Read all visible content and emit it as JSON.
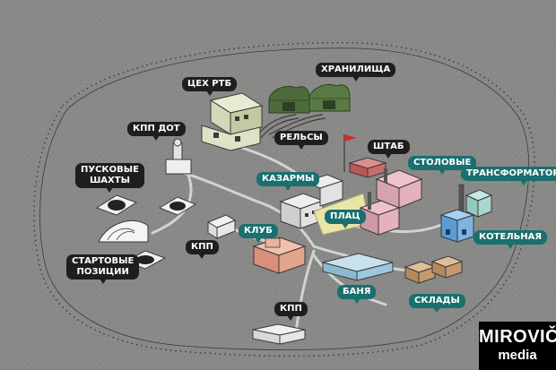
{
  "labels": {
    "ceh_rtb": "ЦЕХ РТБ",
    "hranilisha": "ХРАНИЛИЩА",
    "kpp_dot": "КПП ДОТ",
    "rels": "РЕЛЬСЫ",
    "shtab": "ШТАБ",
    "stolovye": "СТОЛОВЫЕ",
    "puskovye_line1": "ПУСКОВЫЕ",
    "puskovye_line2": "ШАХТЫ",
    "kazarmy": "КАЗАРМЫ",
    "transformatornaya": "ТРАНСФОРМАТОРНАЯ",
    "plac": "ПЛАЦ",
    "klub": "КЛУБ",
    "kpp_center": "КПП",
    "kotelnaya": "КОТЕЛЬНАЯ",
    "startovye_line1": "СТАРТОВЫЕ",
    "startovye_line2": "ПОЗИЦИИ",
    "banya": "БАНЯ",
    "sklady": "СКЛАДЫ",
    "kpp_bottom": "КПП"
  },
  "logo": {
    "line1": "MIROVIČ",
    "line2": "media"
  },
  "colors": {
    "ground": "#8a8a88",
    "label_dark": "#1e1e1e",
    "label_teal": "#1a6f6f",
    "storage_green": "#4e6b3c",
    "shtab_red": "#c86b6b",
    "stolovye_pink": "#d9a3ad",
    "kotelnaya_blue": "#5b9bd5",
    "banya_blue": "#9cc7dc",
    "klub_salmon": "#e3a48a",
    "sklady_tan": "#c49a6c",
    "plac_yellow": "#e9e5a6",
    "flag_red": "#d32b2b",
    "fence": "#3a3a3a",
    "road": "#d9dcdb"
  }
}
